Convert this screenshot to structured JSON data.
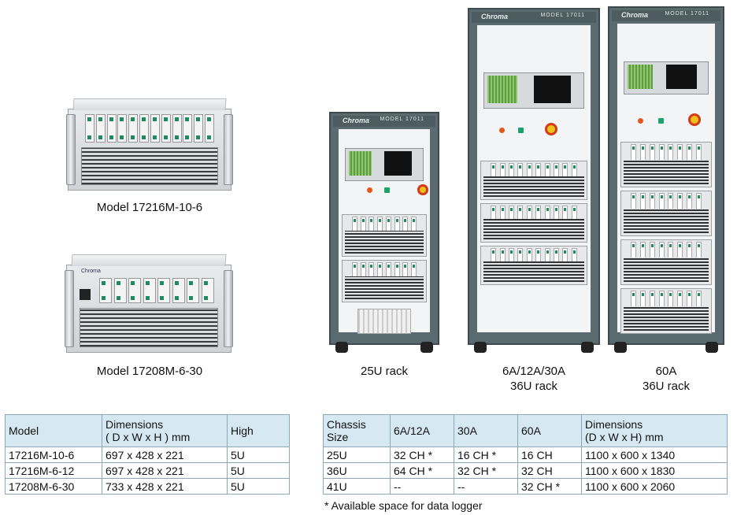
{
  "captions": {
    "model1": "Model 17216M-10-6",
    "model2": "Model 17208M-6-30",
    "rack25": "25U rack",
    "rack36a_line1": "6A/12A/30A",
    "rack36a_line2": "36U rack",
    "rack60_line1": "60A",
    "rack60_line2": "36U rack"
  },
  "rack_labels": {
    "brand": "Chroma",
    "model": "MODEL 17011"
  },
  "table1": {
    "headers": [
      "Model",
      "Dimensions",
      "( D x W x H ) mm",
      "High"
    ],
    "rows": [
      [
        "17216M-10-6",
        "697 x 428 x 221",
        "5U"
      ],
      [
        "17216M-6-12",
        "697 x 428 x 221",
        "5U"
      ],
      [
        "17208M-6-30",
        "733 x 428 x 221",
        "5U"
      ]
    ]
  },
  "table2": {
    "headers": [
      "Chassis",
      "Size",
      "6A/12A",
      "30A",
      "60A",
      "Dimensions",
      "(D x W x H) mm"
    ],
    "rows": [
      [
        "25U",
        "32 CH *",
        "16 CH *",
        "16 CH",
        "1100 x 600 x 1340"
      ],
      [
        "36U",
        "64 CH *",
        "32 CH *",
        "32 CH",
        "1100 x 600 x 1830"
      ],
      [
        "41U",
        "--",
        "--",
        "32 CH *",
        "1100 x 600 x 2060"
      ]
    ]
  },
  "footnote": "* Available space for data logger"
}
